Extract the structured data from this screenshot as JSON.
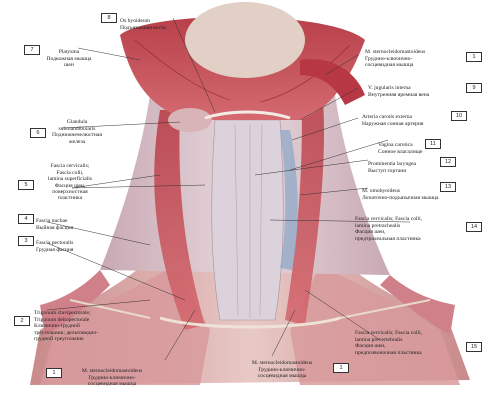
{
  "labels": [
    {
      "num": "8",
      "latin": "Os hyoideum",
      "russian": "Подъязычная кость"
    },
    {
      "num": "7",
      "latin": "Platysma",
      "russian": "Подкожная мышца\nшеи"
    },
    {
      "num": "1",
      "latin": "M. sternocleidomastoideus",
      "russian": "Грудино-ключично-\nсосцевидная мышца"
    },
    {
      "num": "9",
      "latin": "V. jugularis interna",
      "russian": "Внутренняя яремная вена"
    },
    {
      "num": "10",
      "latin": "Arteria carotis externa",
      "russian": "Наружная сонная артерия"
    },
    {
      "num": "6",
      "latin": "Glandula\nsubmandibularis",
      "russian": "Поднижнечелюстная\nжелеза"
    },
    {
      "num": "11",
      "latin": "Vagina carotica",
      "russian": "Сонное влагалище"
    },
    {
      "num": "12",
      "latin": "Prominentia laryngea",
      "russian": "Выступ гортани"
    },
    {
      "num": "5",
      "latin": "Fascia cervicalis;\nFascia colli,\nlamina superficialis",
      "russian": "Фасция шеи,\nповерхностная\nпластинка"
    },
    {
      "num": "13",
      "latin": "M. omohyoideus",
      "russian": "Лопаточно-подъязычная мышца"
    },
    {
      "num": "4",
      "latin": "Fascia nuchae",
      "russian": "Выйная фасция"
    },
    {
      "num": "14",
      "latin": "Fascia cervicalis; Fascia colli,\nlamina pretrachealis",
      "russian": "Фасция шеи,\nпредтрахеальная пластинка"
    },
    {
      "num": "3",
      "latin": "Fascia pectoralis",
      "russian": "Грудная фасция"
    },
    {
      "num": "2",
      "latin": "Trigonum clavipectorale;\nTrigonum deltopectorale",
      "russian": "Ключично-грудной\nтреугольник; дельтовидно-\nгрудной треугольник"
    },
    {
      "num": "15",
      "latin": "Fascia cervicalis; Fascia colli,\nlamina prevertebralis",
      "russian": "Фасция шеи,\nпредпозвоночная пластинка"
    },
    {
      "num": "1",
      "latin": "M. sternocleidomastoideus",
      "russian": "Грудино-ключично-\nсосцевидная мышца"
    },
    {
      "num": "1",
      "latin": "M. sternocleidomastoideus",
      "russian": "Грудино-ключично-\nсосцевидная мышца"
    }
  ]
}
